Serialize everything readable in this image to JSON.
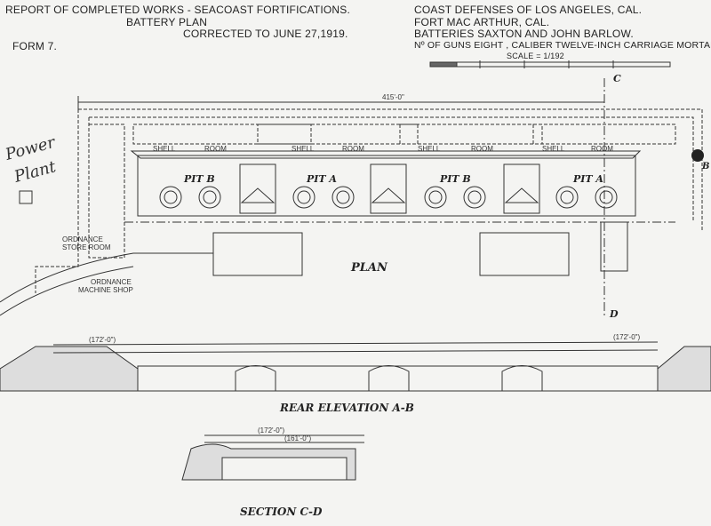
{
  "header_left": {
    "line1": "REPORT OF COMPLETED WORKS - SEACOAST FORTIFICATIONS.",
    "line2": "BATTERY PLAN",
    "line3": "CORRECTED TO JUNE 27,1919.",
    "form": "FORM 7."
  },
  "header_right": {
    "line1": "COAST DEFENSES OF LOS ANGELES, CAL.",
    "line2": "FORT MAC ARTHUR, CAL.",
    "line3": "BATTERIES SAXTON AND JOHN BARLOW.",
    "line4": "Nº OF GUNS EIGHT , CALIBER TWELVE-INCH CARRIAGE MORTAR",
    "scale": "SCALE = 1/192"
  },
  "plan": {
    "overall_dimension": "415'-0\"",
    "handwritten_note": [
      "Power",
      "Plant"
    ],
    "pits": [
      "PIT B",
      "PIT A",
      "PIT B",
      "PIT A"
    ],
    "shell_label": "SHELL",
    "room_label": "ROOM",
    "ordnance_store": [
      "ORDNANCE",
      "STORE ROOM"
    ],
    "ordnance_shop": [
      "ORDNANCE",
      "MACHINE SHOP"
    ],
    "section_marker_top": "C",
    "section_marker_bottom": "D",
    "elevation_marker": "B",
    "title": "PLAN"
  },
  "elevation": {
    "title": "REAR ELEVATION A-B",
    "elev_left": "(172'-0\")",
    "elev_right": "(172'-0\")"
  },
  "section": {
    "title": "SECTION C-D",
    "elev_top": "(172'-0\")",
    "elev_mid": "(161'-0\")"
  }
}
